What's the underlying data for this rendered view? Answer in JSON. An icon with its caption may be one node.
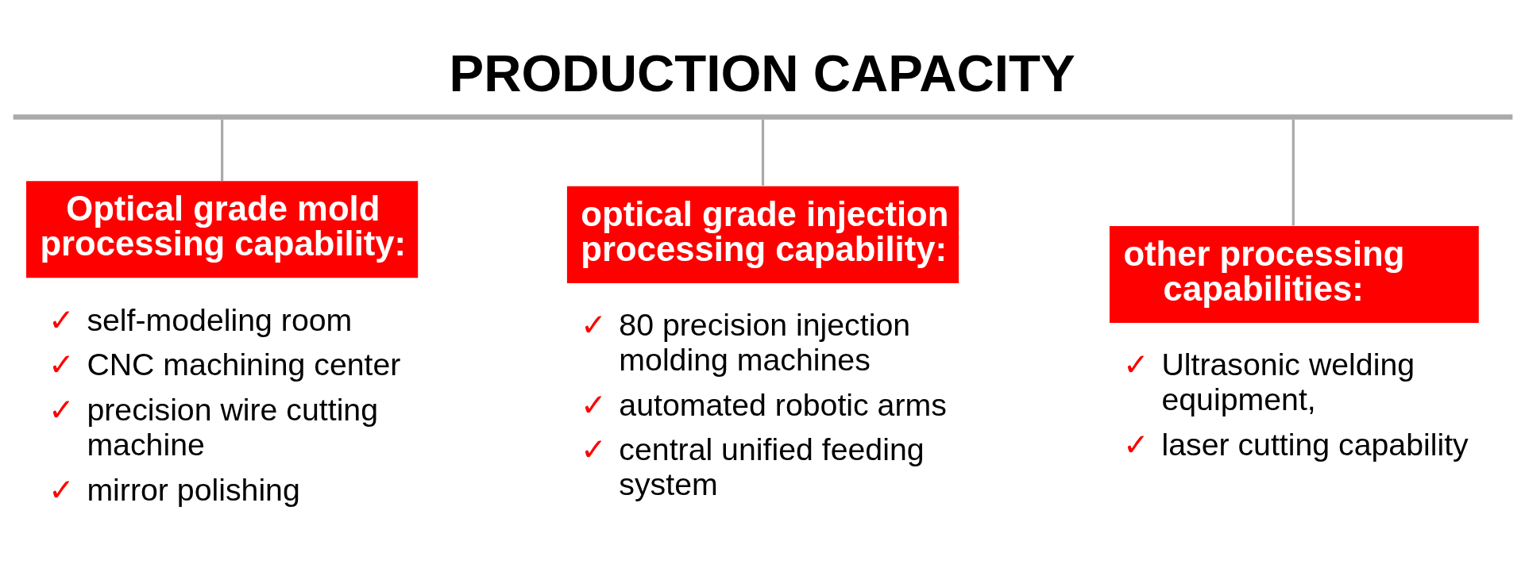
{
  "diagram": {
    "title": "PRODUCTION CAPACITY",
    "nodes": [
      {
        "text": [],
        "shape": "bar"
      },
      {
        "text": [
          "Optical grade mold processing capability:"
        ],
        "beside": [
          "self-modeling room",
          "CNC machining center",
          "precision wire cutting machine",
          "mirror polishing"
        ]
      },
      {
        "text": [
          "optical grade injection processing capability:"
        ],
        "beside": [
          "80 precision injection molding machines",
          "automated robotic arms",
          "central unified feeding system"
        ]
      },
      {
        "text": [
          "other processing capabilities:"
        ],
        "beside": [
          "Ultrasonic welding equipment,",
          "laser cutting capability"
        ]
      }
    ],
    "edges": [
      {
        "from": 0,
        "to": 1,
        "arrow": "none"
      },
      {
        "from": 0,
        "to": 2,
        "arrow": "none"
      },
      {
        "from": 0,
        "to": 3,
        "arrow": "none"
      }
    ],
    "labels": [
      "✓",
      "✓",
      "✓",
      "✓",
      "✓",
      "✓",
      "✓",
      "✓",
      "✓"
    ]
  }
}
